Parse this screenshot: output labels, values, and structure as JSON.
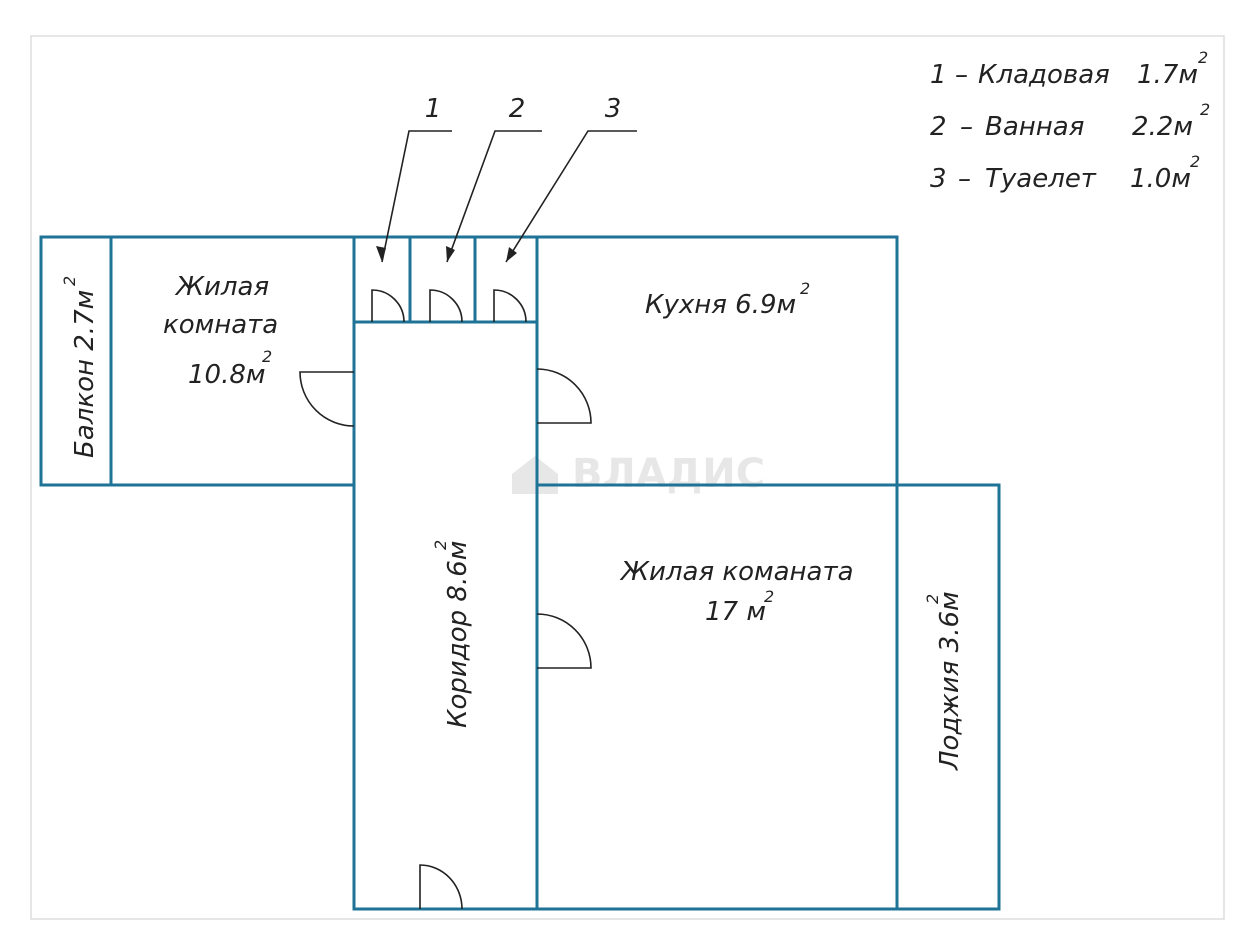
{
  "watermark": "ВЛАДИС",
  "legend": [
    {
      "num": "1",
      "dash": "–",
      "name": "Кладовая",
      "area": "1.7м",
      "sup": "2"
    },
    {
      "num": "2",
      "dash": "–",
      "name": "Ванная",
      "area": "2.2м",
      "sup": "2"
    },
    {
      "num": "3",
      "dash": "–",
      "name": "Туаелет",
      "area": "1.0м",
      "sup": "2"
    }
  ],
  "callouts": [
    "1",
    "2",
    "3"
  ],
  "rooms": {
    "living_small": {
      "line1": "Жилая",
      "line2": "комната",
      "area": "10.8м",
      "sup": "2"
    },
    "balcony": {
      "label": "Балкон 2.7м",
      "sup": "2"
    },
    "kitchen": {
      "label": "Кухня 6.9м",
      "sup": "2"
    },
    "living_large": {
      "line1": "Жилая команата",
      "area": "17 м",
      "sup": "2"
    },
    "corridor": {
      "label": "Коридор 8.6м",
      "sup": "2"
    },
    "loggia": {
      "label": "Лоджия 3.6м",
      "sup": "2"
    }
  },
  "colors": {
    "wall": "#1f7396",
    "ink": "#222222",
    "frame": "#dddddd"
  }
}
